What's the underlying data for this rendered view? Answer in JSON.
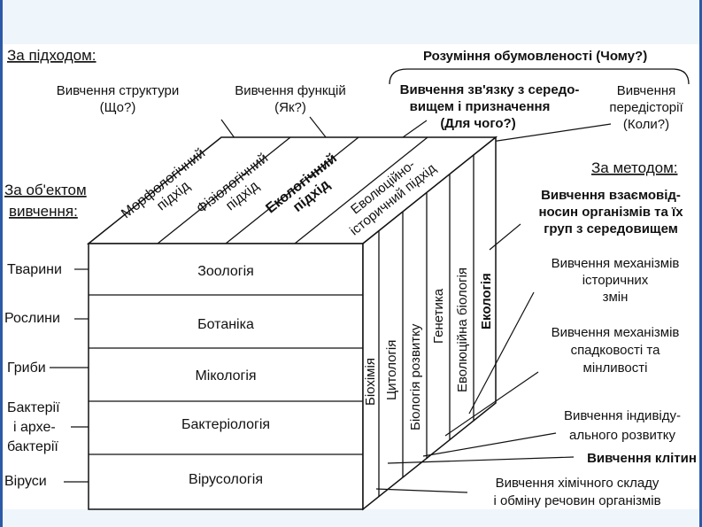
{
  "labels": {
    "approach_heading": "За підходом:",
    "object_heading_1": "За об'ектом",
    "object_heading_2": "вивчення:",
    "method_heading": "За методом:",
    "understanding": "Розуміння обумовленості (Чому?)",
    "struct_1": "Вивчення структури",
    "struct_2": "(Що?)",
    "func_1": "Вивчення функцій",
    "func_2": "(Як?)",
    "env_1": "Вивчення зв'язку з середо-",
    "env_2": "вищем і призначення",
    "env_3": "(Для чого?)",
    "prehist_1": "Вивчення",
    "prehist_2": "передісторії",
    "prehist_3": "(Коли?)"
  },
  "objects": [
    "Тварини",
    "Рослини",
    "Гриби",
    "Бактерії",
    "і архе-",
    "бактерії",
    "Віруси"
  ],
  "front_rows": [
    "Зоологія",
    "Ботаніка",
    "Мікологія",
    "Бактеріологія",
    "Вірусологія"
  ],
  "top_approaches": {
    "morph_1": "Морфологічний",
    "morph_2": "підхід",
    "phys_1": "Фізіологічний",
    "phys_2": "підхід",
    "eco_1": "Екологічний",
    "eco_2": "підхід",
    "evo_1": "Еволюційно-",
    "evo_2": "історичний підхід"
  },
  "side_columns": [
    "Біохімія",
    "Цитологія",
    "Біологія розвитку",
    "Генетика",
    "Еволюційна біологія",
    "Екологія"
  ],
  "methods": {
    "m1_1": "Вивчення взаємовід-",
    "m1_2": "носин організмів та їх",
    "m1_3": "груп з середовищем",
    "m2_1": "Вивчення механізмів",
    "m2_2": "історичних",
    "m2_3": "змін",
    "m3_1": "Вивчення механізмів",
    "m3_2": "спадковості та",
    "m3_3": "мінливості",
    "m4_1": "Вивчення індивіду-",
    "m4_2": "ального розвитку",
    "m5_1": "Вивчення клітин",
    "m6_1": "Вивчення хімічного складу",
    "m6_2": "і обміну речовин організмів"
  }
}
